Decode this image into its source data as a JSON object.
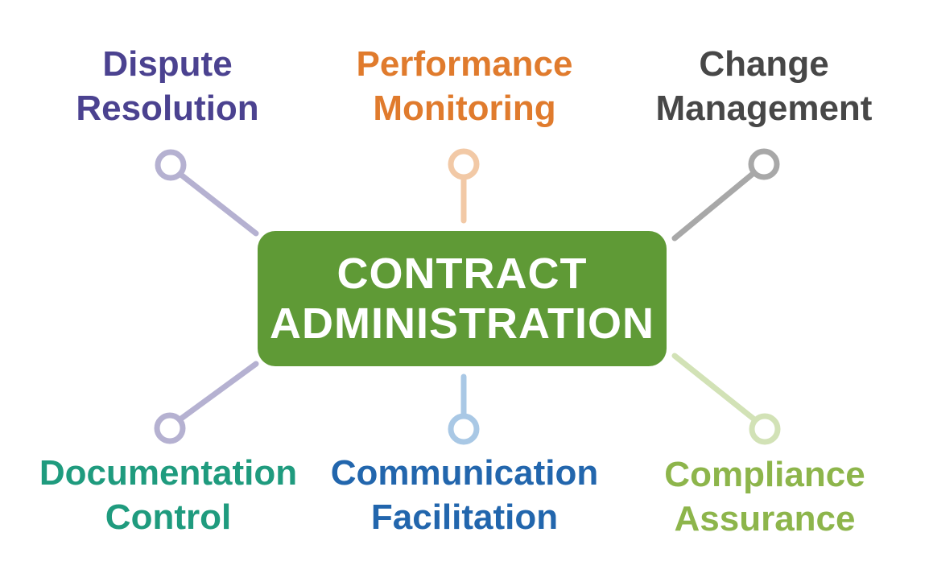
{
  "center": {
    "line1": "CONTRACT",
    "line2": "ADMINISTRATION",
    "color": "#5f9a36"
  },
  "nodes": [
    {
      "id": "dispute-resolution",
      "line1": "Dispute",
      "line2": "Resolution",
      "text_color": "#4b4290",
      "connector_color": "#b5b1d1"
    },
    {
      "id": "performance-monitoring",
      "line1": "Performance",
      "line2": "Monitoring",
      "text_color": "#e07b2d",
      "connector_color": "#f2c9a6"
    },
    {
      "id": "change-management",
      "line1": "Change",
      "line2": "Management",
      "text_color": "#474747",
      "connector_color": "#a8a8a8"
    },
    {
      "id": "documentation-control",
      "line1": "Documentation",
      "line2": "Control",
      "text_color": "#1f9b7e",
      "connector_color": "#b5b1d1"
    },
    {
      "id": "communication-facilitation",
      "line1": "Communication",
      "line2": "Facilitation",
      "text_color": "#2266ad",
      "connector_color": "#a9c8e5"
    },
    {
      "id": "compliance-assurance",
      "line1": "Compliance",
      "line2": "Assurance",
      "text_color": "#8db54b",
      "connector_color": "#d2e2b6"
    }
  ]
}
